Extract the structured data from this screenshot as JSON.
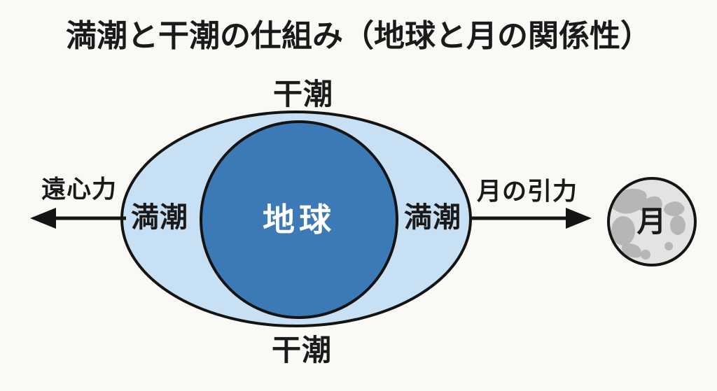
{
  "title": "満潮と干潮の仕組み（地球と月の関係性）",
  "diagram": {
    "labels": {
      "low_tide_top": "干潮",
      "low_tide_bottom": "干潮",
      "high_tide_left": "満潮",
      "high_tide_right": "満潮",
      "earth": "地球",
      "moon": "月",
      "centrifugal_force": "遠心力",
      "moon_gravity": "月の引力"
    },
    "colors": {
      "background": "#faf9f6",
      "tidal_bulge_fill": "#c8e0f3",
      "earth_fill": "#3b79b7",
      "moon_fill": "#e4e3e1",
      "moon_crater_fill": "#b7b6b4",
      "outline": "#141414",
      "earth_text": "#ffffff",
      "text": "#1a1a1a"
    }
  }
}
